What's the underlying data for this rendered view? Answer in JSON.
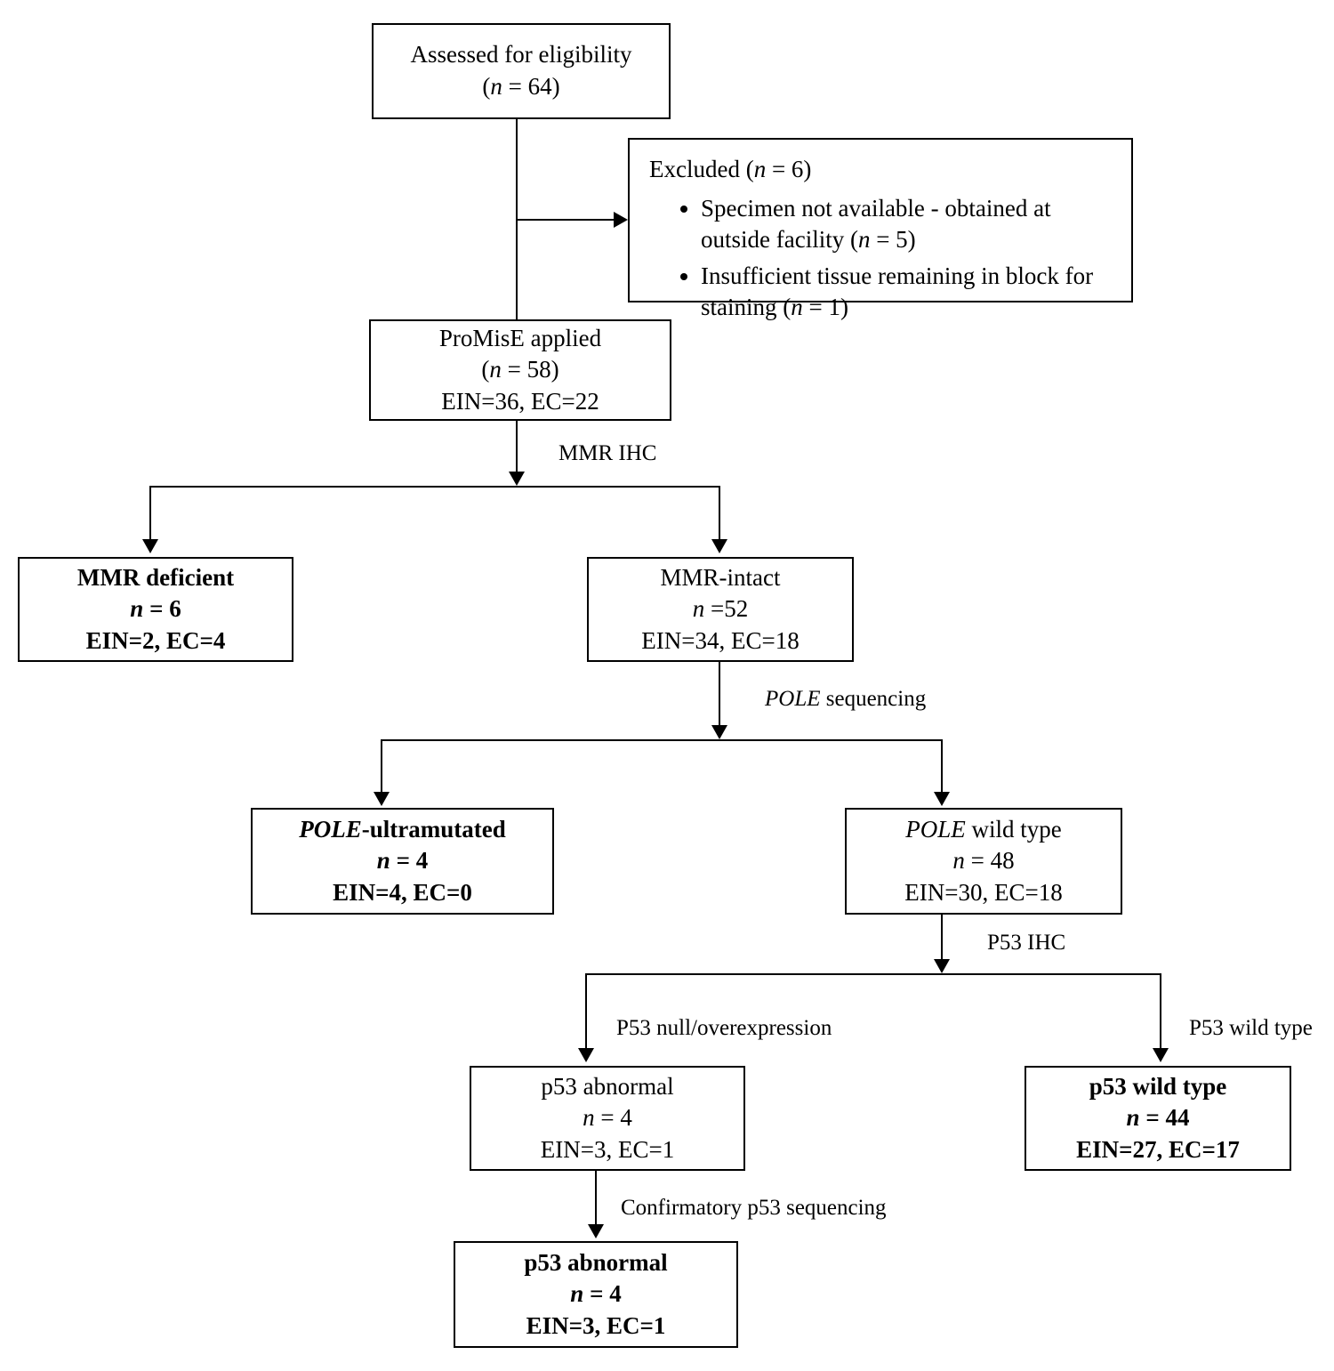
{
  "diagram": {
    "title": "ProMisE molecular classification flow diagram",
    "nodes": {
      "assessed": {
        "line1": "Assessed for eligibility",
        "line2_pre": "(",
        "line2_n": "n",
        "line2_post": " = 64)"
      },
      "excluded": {
        "head_pre": "Excluded (",
        "head_n": "n",
        "head_post": " = 6)",
        "bullets": [
          {
            "text_pre": "Specimen not available - obtained at outside facility (",
            "n": "n",
            "text_post": " = 5)"
          },
          {
            "text_pre": "Insufficient tissue remaining in block for staining (",
            "n": "n",
            "text_post": " = 1)"
          }
        ]
      },
      "promise": {
        "line1": "ProMisE applied",
        "line2_pre": "(",
        "line2_n": "n",
        "line2_post": " = 58)",
        "line3": "EIN=36, EC=22"
      },
      "mmr_deficient": {
        "line1": "MMR deficient",
        "line2_n": "n",
        "line2_post": " = 6",
        "line3": "EIN=2, EC=4"
      },
      "mmr_intact": {
        "line1": "MMR-intact",
        "line2_n": "n",
        "line2_post": " =52",
        "line3": "EIN=34, EC=18"
      },
      "pole_ultramutated": {
        "line1_gene": "POLE",
        "line1_rest": "-ultramutated",
        "line2_n": "n",
        "line2_post": " = 4",
        "line3": "EIN=4, EC=0"
      },
      "pole_wildtype": {
        "line1_gene": "POLE",
        "line1_rest": " wild type",
        "line2_n": "n",
        "line2_post": " = 48",
        "line3": "EIN=30, EC=18"
      },
      "p53_abnormal": {
        "line1": "p53 abnormal",
        "line2_n": "n",
        "line2_post": " = 4",
        "line3": "EIN=3, EC=1"
      },
      "p53_wildtype": {
        "line1": "p53 wild type",
        "line2_n": "n",
        "line2_post": " = 44",
        "line3": "EIN=27, EC=17"
      },
      "p53_abnormal_confirmed": {
        "line1": "p53 abnormal",
        "line2_n": "n",
        "line2_post": " = 4",
        "line3": "EIN=3, EC=1"
      }
    },
    "edge_labels": {
      "mmr_ihc": "MMR IHC",
      "pole_sequencing_gene": "POLE",
      "pole_sequencing_rest": " sequencing",
      "p53_ihc": "P53 IHC",
      "p53_null_overexpression": "P53 null/overexpression",
      "p53_wild_type": "P53 wild type",
      "confirmatory_p53_sequencing": "Confirmatory p53 sequencing"
    },
    "colors": {
      "line": "#000000",
      "box_border": "#000000",
      "background": "#ffffff",
      "text": "#000000"
    }
  }
}
